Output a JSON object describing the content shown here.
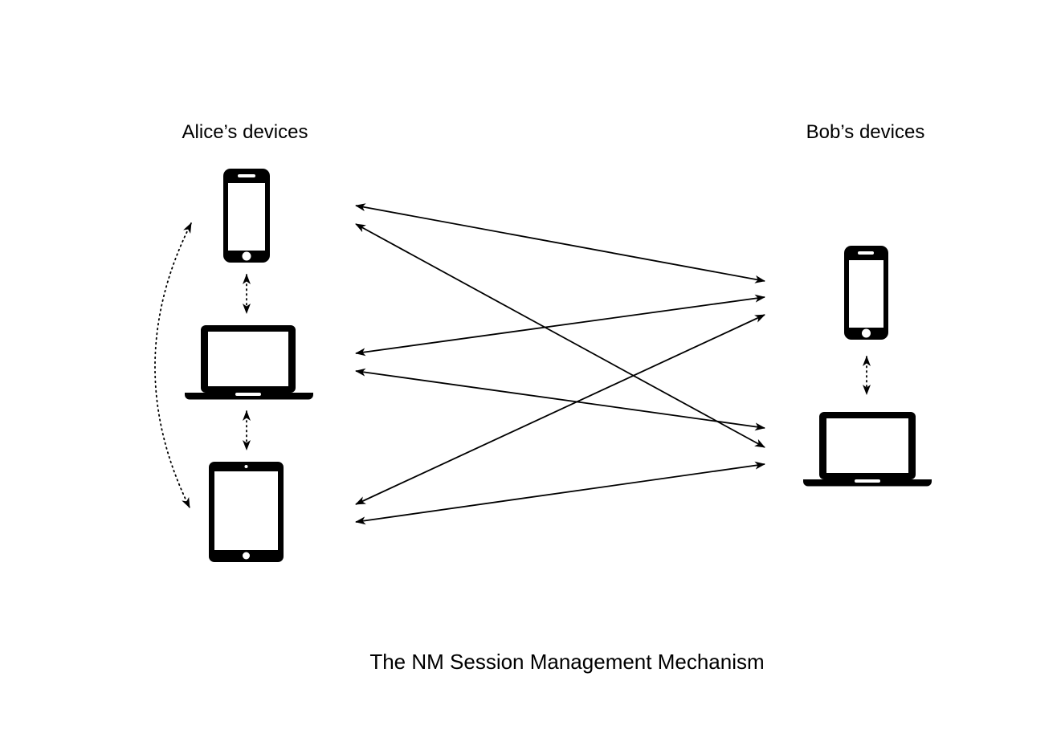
{
  "title": "The NM Session Management Mechanism",
  "groups": {
    "alice": {
      "label": "Alice’s devices",
      "devices": [
        {
          "id": "smartphone",
          "type": "smartphone"
        },
        {
          "id": "laptop",
          "type": "laptop"
        },
        {
          "id": "tablet",
          "type": "tablet"
        }
      ]
    },
    "bob": {
      "label": "Bob’s devices",
      "devices": [
        {
          "id": "smartphone",
          "type": "smartphone"
        },
        {
          "id": "laptop",
          "type": "laptop"
        }
      ]
    }
  },
  "connections": {
    "cross_device_sessions": {
      "style": "solid double-headed arrow",
      "links": [
        {
          "from": "alice.smartphone",
          "to": "bob.smartphone"
        },
        {
          "from": "alice.smartphone",
          "to": "bob.laptop"
        },
        {
          "from": "alice.laptop",
          "to": "bob.smartphone"
        },
        {
          "from": "alice.laptop",
          "to": "bob.laptop"
        },
        {
          "from": "alice.tablet",
          "to": "bob.smartphone"
        },
        {
          "from": "alice.tablet",
          "to": "bob.laptop"
        }
      ]
    },
    "local_pairings": {
      "style": "dotted double-headed arrow",
      "links": [
        {
          "from": "alice.smartphone",
          "to": "alice.laptop"
        },
        {
          "from": "alice.laptop",
          "to": "alice.tablet"
        },
        {
          "from": "alice.smartphone",
          "to": "alice.tablet",
          "shape": "curved"
        },
        {
          "from": "bob.smartphone",
          "to": "bob.laptop"
        }
      ]
    }
  },
  "colors": {
    "ink": "#000000",
    "background": "#ffffff"
  }
}
